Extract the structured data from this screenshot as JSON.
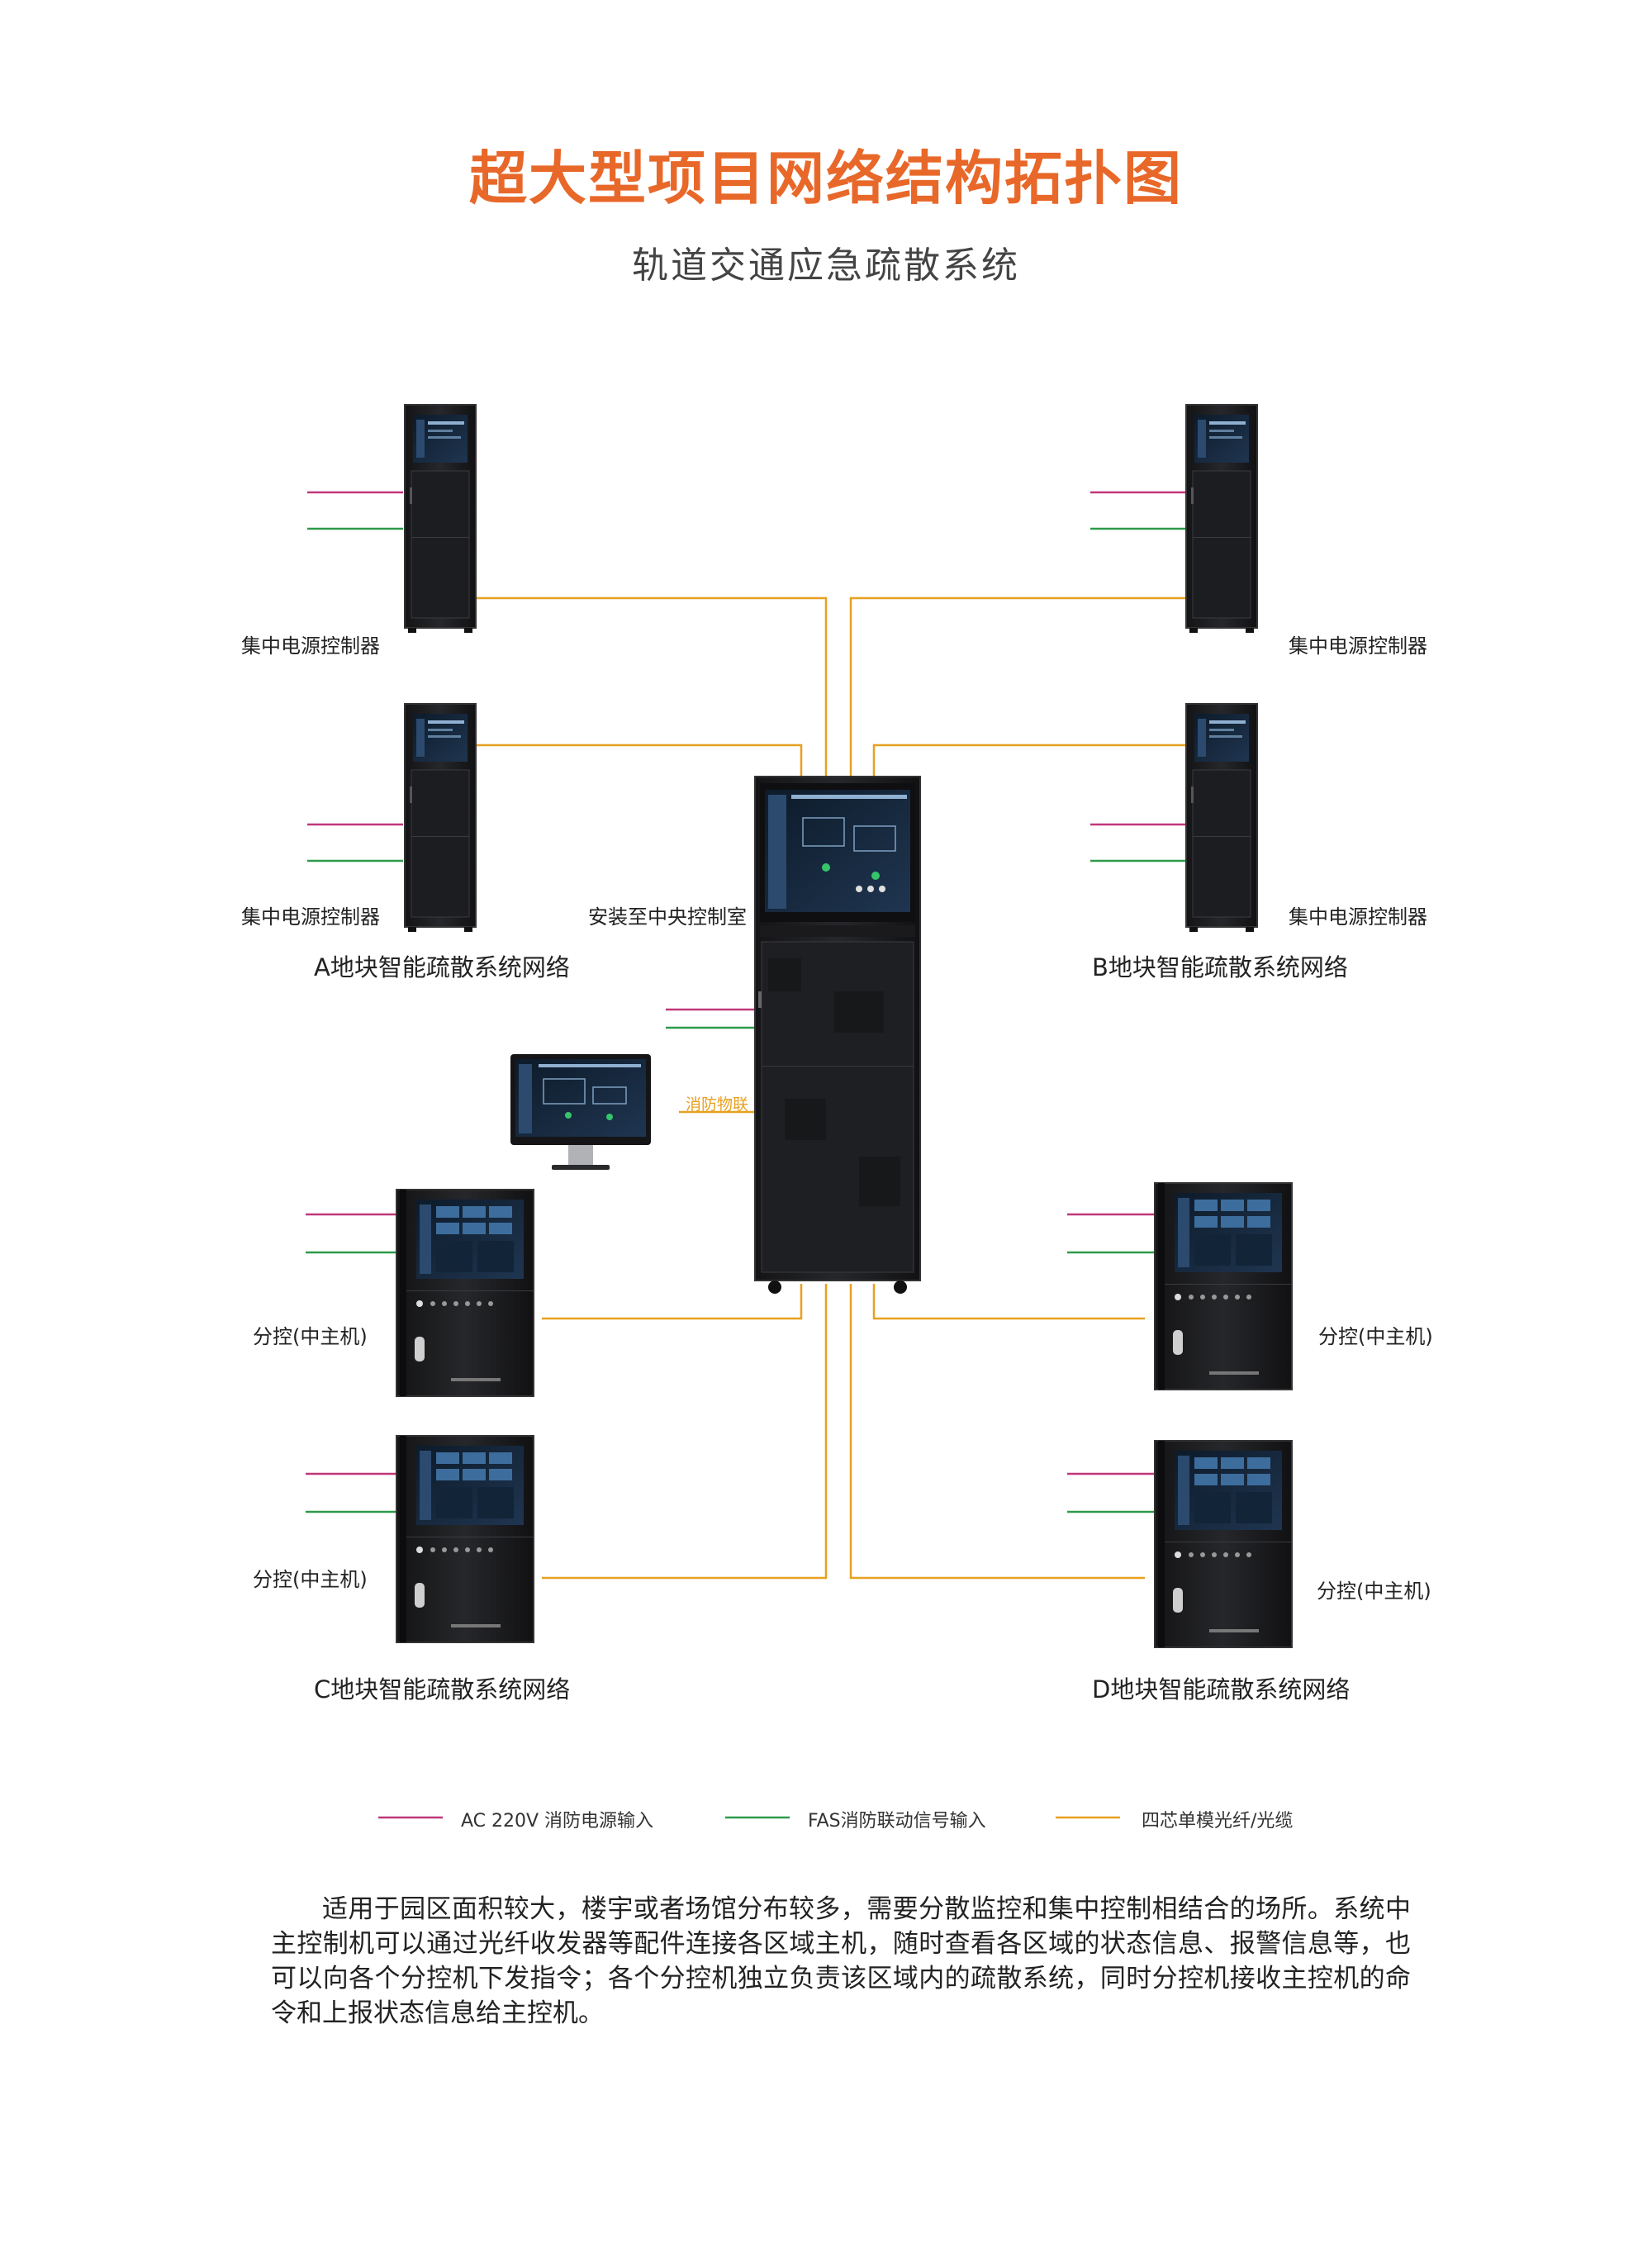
{
  "header": {
    "title": "超大型项目网络结构拓扑图",
    "subtitle": "轨道交通应急疏散系统"
  },
  "nodes": {
    "cabinet_label": "集中电源控制器",
    "central_label": "安装至中央控制室",
    "fire_link_label": "消防物联",
    "branch_label": "分控(中主机)"
  },
  "networks": {
    "a": "A地块智能疏散系统网络",
    "b": "B地块智能疏散系统网络",
    "c": "C地块智能疏散系统网络",
    "d": "D地块智能疏散系统网络"
  },
  "legend": {
    "items": [
      {
        "label": "AC 220V  消防电源输入",
        "color": "#c0377a"
      },
      {
        "label": "FAS消防联动信号输入",
        "color": "#2e9a4a"
      },
      {
        "label": "四芯单模光纤/光缆",
        "color": "#e8a020"
      }
    ]
  },
  "description": "适用于园区面积较大，楼宇或者场馆分布较多，需要分散监控和集中控制相结合的场所。系统中主控制机可以通过光纤收发器等配件连接各区域主机，随时查看各区域的状态信息、报警信息等，也可以向各个分控机下发指令；各个分控机独立负责该区域内的疏散系统，同时分控机接收主控机的命令和上报状态信息给主控机。",
  "colors": {
    "title": "#e8682a",
    "power_line": "#c0377a",
    "fas_line": "#2e9a4a",
    "fiber_line": "#e8a020",
    "device": "#1b1b1d"
  }
}
